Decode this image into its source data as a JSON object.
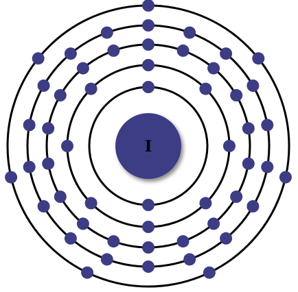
{
  "atom": {
    "symbol": "I",
    "shells": [
      2,
      8,
      18,
      18,
      7
    ]
  },
  "colors": {
    "electron": "#3d3d85",
    "nucleus": "#3d3d85",
    "shell": "#000000",
    "background": "#ffffff"
  }
}
